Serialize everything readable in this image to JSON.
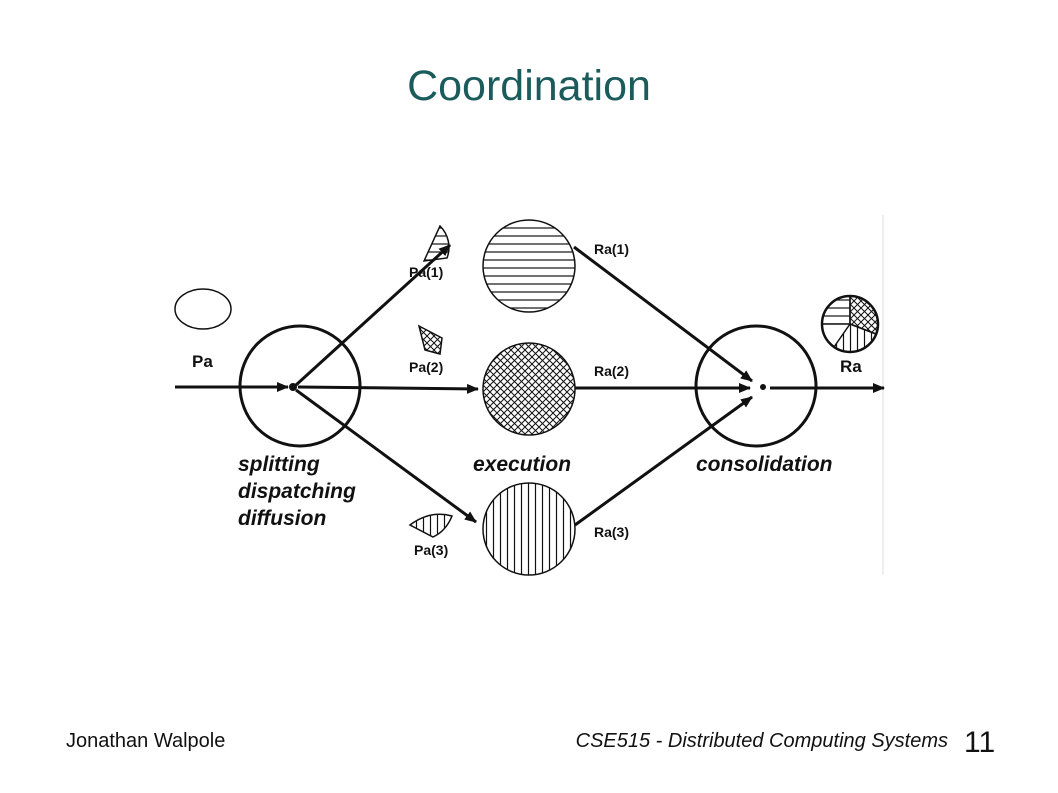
{
  "slide": {
    "title": "Coordination",
    "author": "Jonathan Walpole",
    "course": "CSE515 - Distributed Computing Systems",
    "page_number": "11"
  },
  "diagram": {
    "input_label": "Pa",
    "output_label": "Ra",
    "parts": [
      "Pa(1)",
      "Pa(2)",
      "Pa(3)"
    ],
    "results": [
      "Ra(1)",
      "Ra(2)",
      "Ra(3)"
    ],
    "stages": {
      "splitting": [
        "splitting",
        "dispatching",
        "diffusion"
      ],
      "execution": "execution",
      "consolidation": "consolidation"
    },
    "patterns": [
      "horizontal-lines",
      "crosshatch",
      "vertical-lines"
    ]
  }
}
